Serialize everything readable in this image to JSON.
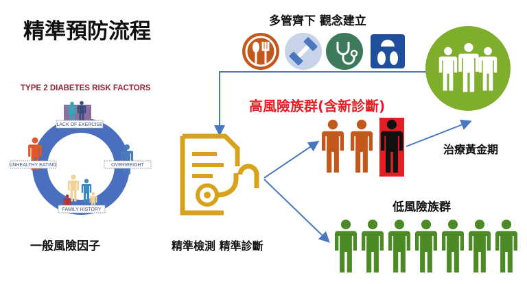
{
  "title": "精準預防流程",
  "multi_heading": "多管齊下 觀念建立",
  "icons": [
    "diet-icon",
    "exercise-icon",
    "stethoscope-icon",
    "scale-icon"
  ],
  "risk_factors": {
    "title": "TYPE 2 DIABETES RISK FACTORS",
    "items": [
      "LACK OF EXERCISE",
      "UNHEALTHY EATING",
      "OVERWEIGHT",
      "FAMILY HISTORY"
    ],
    "caption": "一般風險因子"
  },
  "detection_caption": "精準檢測 精準診斷",
  "high_risk": "高風險族群(含新診斷)",
  "golden_period": "治療黃金期",
  "low_risk": "低風險族群",
  "colors": {
    "blue": "#4a78c0",
    "orange": "#c2581c",
    "green": "#4b8a25",
    "treat_green": "#7fae2c",
    "gold": "#d9a21c",
    "red": "#e31e24"
  }
}
